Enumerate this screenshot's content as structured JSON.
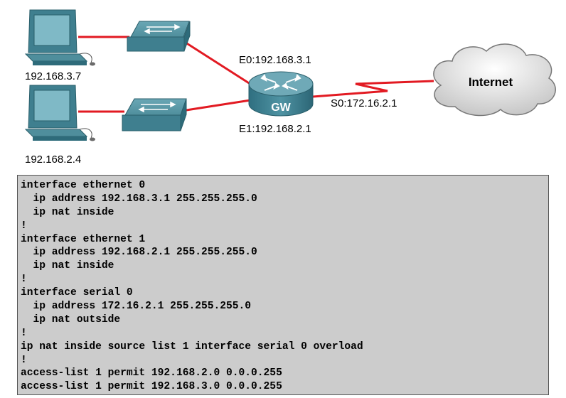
{
  "diagram": {
    "hosts": [
      {
        "ip": "192.168.3.7"
      },
      {
        "ip": "192.168.2.4"
      }
    ],
    "router": {
      "name": "GW",
      "e0": "E0:192.168.3.1",
      "e1": "E1:192.168.2.1",
      "s0": "S0:172.16.2.1"
    },
    "cloud": {
      "label": "Internet"
    },
    "colors": {
      "link": "#e21a22",
      "device": "#3f7f8f",
      "screen": "#7fb9c6",
      "cloud": "#d4d4d4"
    }
  },
  "config": {
    "lines": [
      "interface ethernet 0",
      "  ip address 192.168.3.1 255.255.255.0",
      "  ip nat inside",
      "!",
      "interface ethernet 1",
      "  ip address 192.168.2.1 255.255.255.0",
      "  ip nat inside",
      "!",
      "interface serial 0",
      "  ip address 172.16.2.1 255.255.255.0",
      "  ip nat outside",
      "!",
      "ip nat inside source list 1 interface serial 0 overload",
      "!",
      "access-list 1 permit 192.168.2.0 0.0.0.255",
      "access-list 1 permit 192.168.3.0 0.0.0.255"
    ]
  }
}
